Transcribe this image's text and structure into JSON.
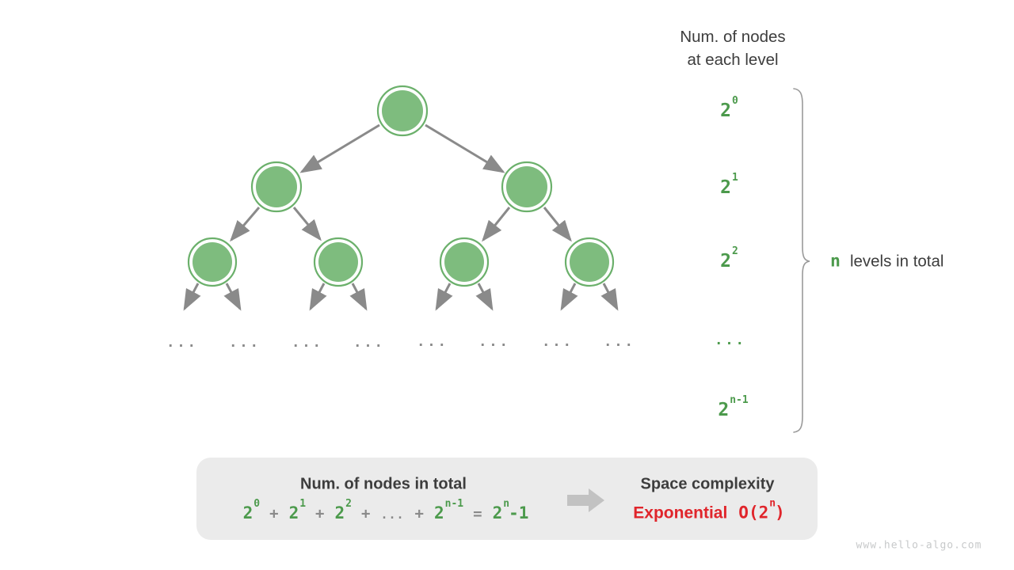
{
  "colors": {
    "green": "#4c9a4c",
    "node_fill": "#7ebc7e",
    "node_ring": "#6bb06b",
    "edge_gray": "#8a8a8a",
    "dark": "#3d3d3d",
    "op_gray": "#8a8a8a",
    "red": "#e0252b",
    "box_bg": "#ebebeb",
    "arrow_icon": "#c2c2c2",
    "watermark": "#c7c9ca",
    "brace": "#9a9a9a",
    "page_bg": "#ffffff"
  },
  "levels_header": {
    "line1": "Num. of nodes",
    "line2": "at each level"
  },
  "levels": [
    {
      "base": "2",
      "sup": "0"
    },
    {
      "base": "2",
      "sup": "1"
    },
    {
      "base": "2",
      "sup": "2"
    },
    {
      "base": "...",
      "sup": ""
    },
    {
      "base": "2",
      "sup": "n-1"
    }
  ],
  "tree": {
    "ellipsis": "..."
  },
  "brace_label": {
    "n": "n",
    "rest": "levels in total"
  },
  "summary_box": {
    "left_title": "Num. of nodes in total",
    "right_title": "Space complexity",
    "formula": {
      "tokens": [
        {
          "base": "2",
          "sup": "0"
        },
        {
          "base": "+"
        },
        {
          "base": "2",
          "sup": "1"
        },
        {
          "base": "+"
        },
        {
          "base": "2",
          "sup": "2"
        },
        {
          "base": "+"
        },
        {
          "base": "..."
        },
        {
          "base": "+"
        },
        {
          "base": "2",
          "sup": "n-1"
        },
        {
          "base": "="
        },
        {
          "base": "2",
          "sup": "n",
          "tail": "-1"
        }
      ]
    },
    "complexity_word": "Exponential",
    "big_o": {
      "open": "O(2",
      "sup": "n",
      "close": ")"
    }
  },
  "watermark": "www.hello-algo.com"
}
